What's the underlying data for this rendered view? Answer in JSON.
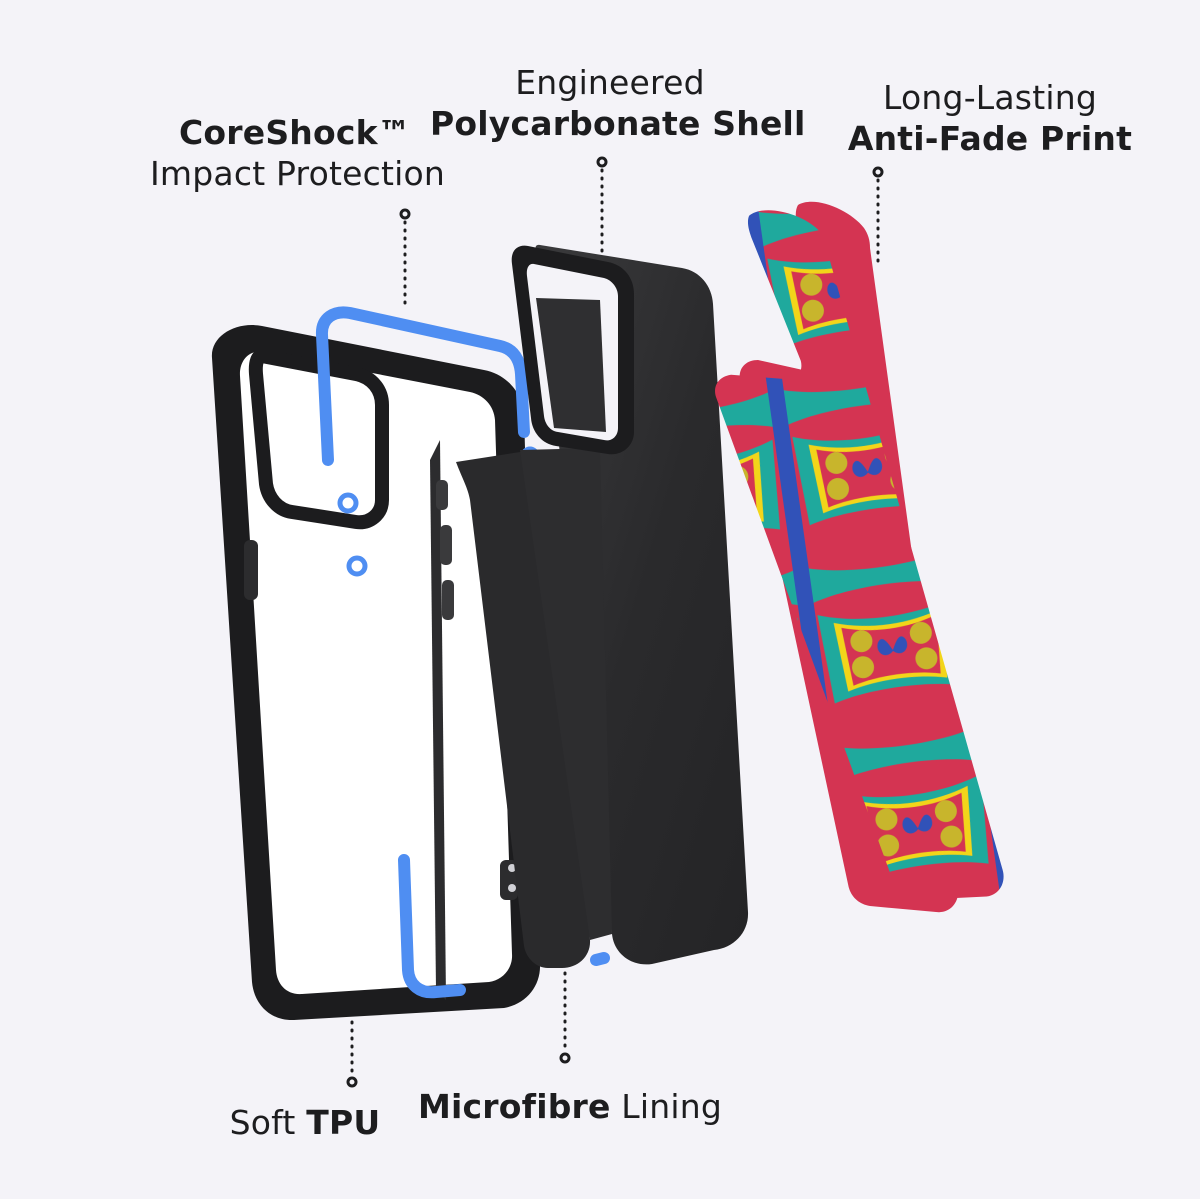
{
  "labels": {
    "coreshock": {
      "bold": "CoreShock™",
      "light": "Impact Protection"
    },
    "shell": {
      "light": "Engineered",
      "bold": "Polycarbonate Shell"
    },
    "print": {
      "light": "Long-Lasting",
      "bold": "Anti-Fade Print"
    },
    "tpu": {
      "light": "Soft",
      "bold": "TPU"
    },
    "lining": {
      "bold": "Microfibre",
      "light": "Lining"
    }
  },
  "colors": {
    "background": "#f4f3f8",
    "tpu": "#1c1c1e",
    "coreshock": "#4f8ef2",
    "shell": "#2a2a2c",
    "lining": "#222224",
    "print_red": "#d43452",
    "print_teal": "#1fa99d",
    "print_yellow": "#c8b52c",
    "print_blue": "#3152b8"
  }
}
